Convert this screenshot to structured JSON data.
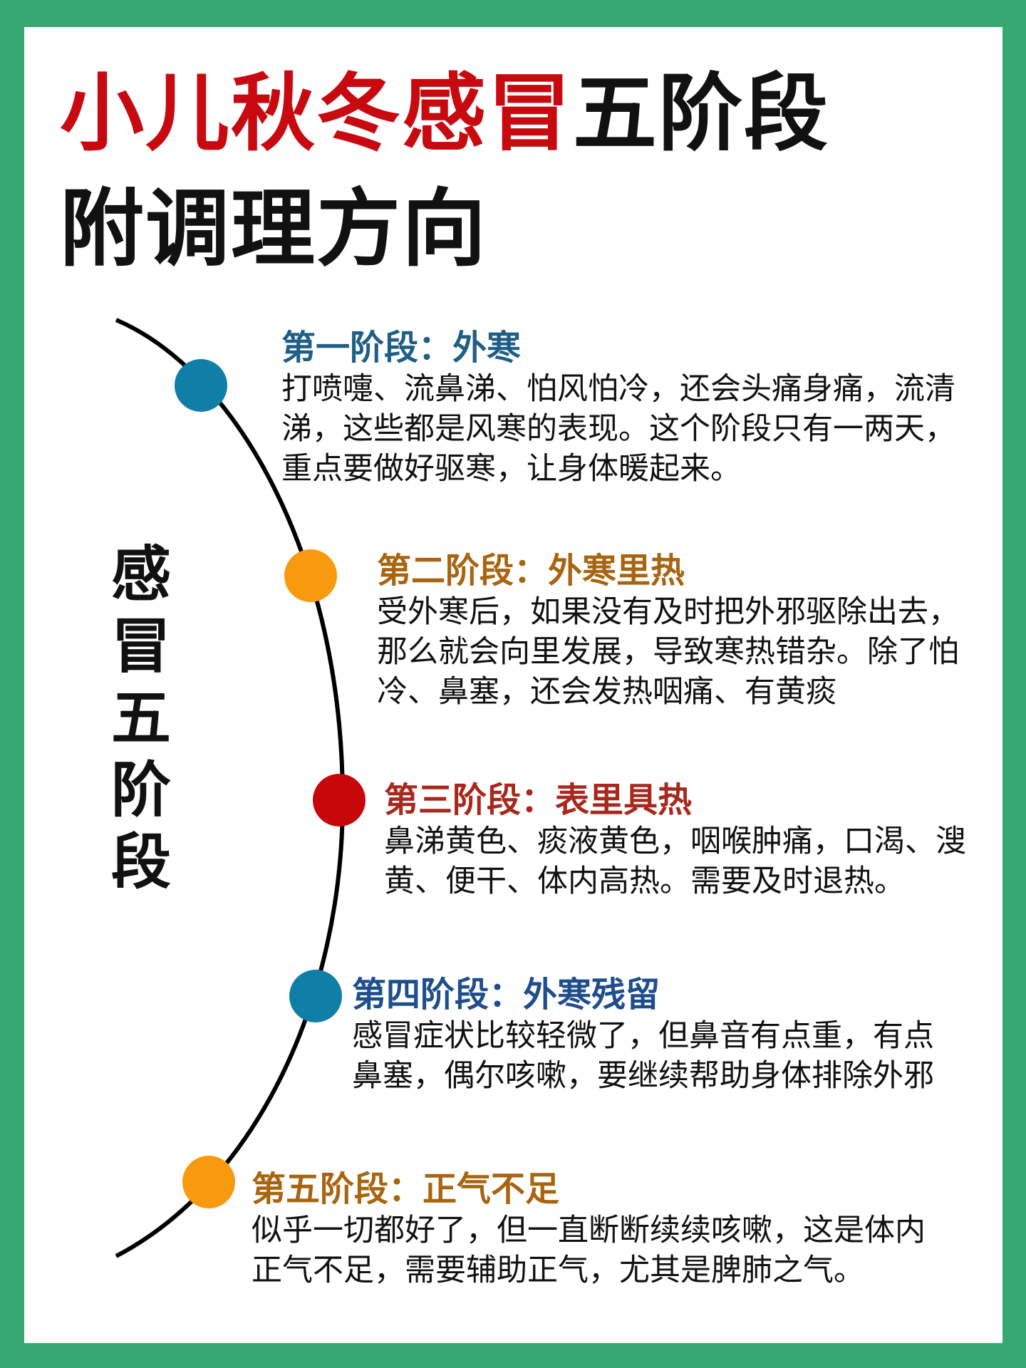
{
  "title": {
    "line1_red": "小儿秋冬感冒",
    "line1_black": "五阶段",
    "line2": "附调理方向"
  },
  "side_label": [
    "感",
    "冒",
    "五",
    "阶",
    "段"
  ],
  "colors": {
    "background_green": "#38a873",
    "title_red": "#c8090f",
    "dot_teal": "#0f7fa8",
    "dot_orange": "#f89a0e",
    "dot_red": "#c8070a"
  },
  "stages": [
    {
      "title": "第一阶段：外寒",
      "title_color": "#1e5f86",
      "dot_color": "#0f7fa8",
      "body": "打喷嚏、流鼻涕、怕风怕冷，还会头痛身痛，流清涕，这些都是风寒的表现。这个阶段只有一两天，重点要做好驱寒，让身体暖起来。"
    },
    {
      "title": "第二阶段：外寒里热",
      "title_color": "#a8640f",
      "dot_color": "#f89a0e",
      "body": "受外寒后，如果没有及时把外邪驱除出去，那么就会向里发展，导致寒热错杂。除了怕冷、鼻塞，还会发热咽痛、有黄痰"
    },
    {
      "title": "第三阶段：表里具热",
      "title_color": "#a8281e",
      "dot_color": "#c8070a",
      "body": "鼻涕黄色、痰液黄色，咽喉肿痛，口渴、溲黄、便干、体内高热。需要及时退热。"
    },
    {
      "title": "第四阶段：外寒残留",
      "title_color": "#1f4e8c",
      "dot_color": "#0f7fa8",
      "body": "感冒症状比较轻微了，但鼻音有点重，有点鼻塞，偶尔咳嗽，要继续帮助身体排除外邪"
    },
    {
      "title": "第五阶段：正气不足",
      "title_color": "#a8640f",
      "dot_color": "#f89a0e",
      "body": "似乎一切都好了，但一直断断续续咳嗽，这是体内正气不足，需要辅助正气，尤其是脾肺之气。"
    }
  ]
}
